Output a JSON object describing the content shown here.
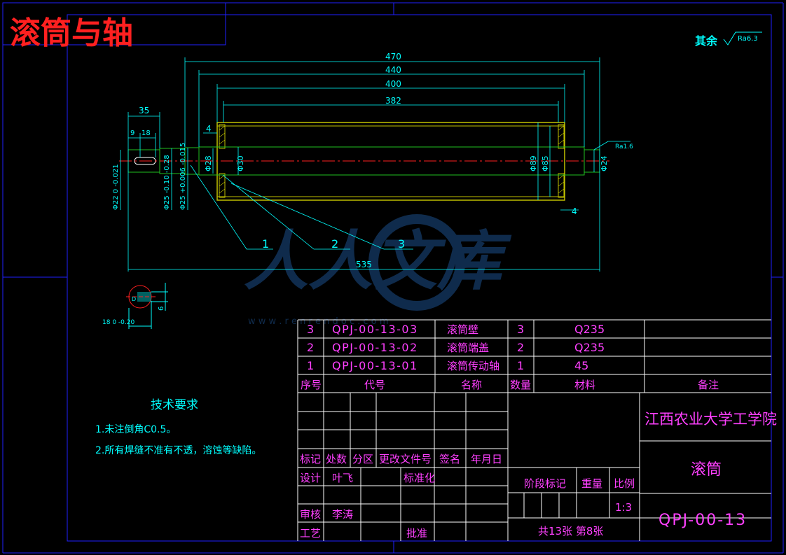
{
  "title": "滚筒与轴",
  "roughness": {
    "label": "其余",
    "value": "Ra6.3",
    "shaft_end": "Ra1.6"
  },
  "colors": {
    "frame": "#2020ff",
    "dim": "#00ffff",
    "part": "#c0c000",
    "shaft": "#20c020",
    "center": "#ff2020",
    "text_table": "#ff40ff",
    "title": "#ff2020",
    "table_line": "#ffffff"
  },
  "dims": {
    "d470": "470",
    "d440": "440",
    "d400": "400",
    "d382": "382",
    "d535": "535",
    "d35": "35",
    "d9": "9",
    "d18": "18",
    "d4a": "4",
    "d4b": "4",
    "phi89": "Φ89",
    "phi85": "Φ85",
    "phi30": "Φ30",
    "phi28": "Φ28",
    "phi24": "Φ24",
    "phi22": "Φ22 0 -0.021",
    "phi25a": "Φ25 -0.10 -0.28",
    "phi25b": "Φ25 +0.006 -0.015",
    "sec_18": "18 0 -0.20",
    "sec_6": "6",
    "sec_d": "D"
  },
  "callouts": [
    "1",
    "2",
    "3"
  ],
  "watermark": {
    "text": "人人文库",
    "url": "w w w . r e n r e n d o c . c o m"
  },
  "tech": {
    "heading": "技术要求",
    "items": [
      "1.未注倒角C0.5。",
      "2.所有焊缝不准有不透，溶蚀等缺陷。"
    ]
  },
  "bom": {
    "rows": [
      {
        "no": "3",
        "code": "QPJ-00-13-03",
        "name": "滚筒壁",
        "qty": "3",
        "material": "Q235",
        "remark": ""
      },
      {
        "no": "2",
        "code": "QPJ-00-13-02",
        "name": "滚筒端盖",
        "qty": "2",
        "material": "Q235",
        "remark": ""
      },
      {
        "no": "1",
        "code": "QPJ-00-13-01",
        "name": "滚筒传动轴",
        "qty": "1",
        "material": "45",
        "remark": ""
      }
    ],
    "header": {
      "no": "序号",
      "code": "代号",
      "name": "名称",
      "qty": "数量",
      "material": "材料",
      "remark": "备注"
    }
  },
  "titleblock": {
    "school": "江西农业大学工学院",
    "part_name": "滚筒",
    "drawing_no": "QPJ-00-13",
    "mark": "标记",
    "count": "处数",
    "zone": "分区",
    "change_doc": "更改文件号",
    "sign": "签名",
    "date": "年月日",
    "design": "设计",
    "designer": "叶飞",
    "standard": "标准化",
    "stage": "阶段标记",
    "weight": "重量",
    "scale": "比例",
    "scale_value": "1:3",
    "review": "审核",
    "reviewer": "李涛",
    "process": "工艺",
    "approve": "批准",
    "sheets": "共13张 第8张"
  }
}
